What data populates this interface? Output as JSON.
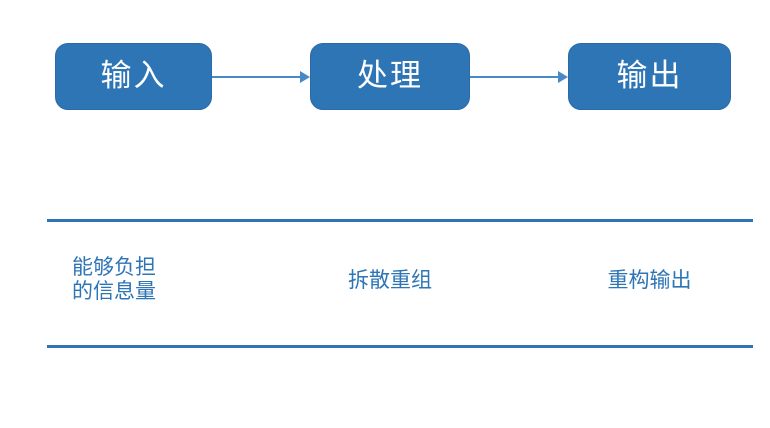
{
  "diagram": {
    "nodes": [
      {
        "label": "输入"
      },
      {
        "label": "处理"
      },
      {
        "label": "输出"
      }
    ],
    "captions": [
      {
        "text": "能够负担\n的信息量"
      },
      {
        "text": "拆散重组"
      },
      {
        "text": "重构输出"
      }
    ],
    "colors": {
      "node_fill": "#2E75B6",
      "node_border": "#2A6BA8",
      "node_text": "#FFFFFF",
      "arrow": "#4A89C8",
      "divider": "#2E75B6",
      "caption_text": "#2E75B6",
      "background": "#FFFFFF"
    }
  }
}
